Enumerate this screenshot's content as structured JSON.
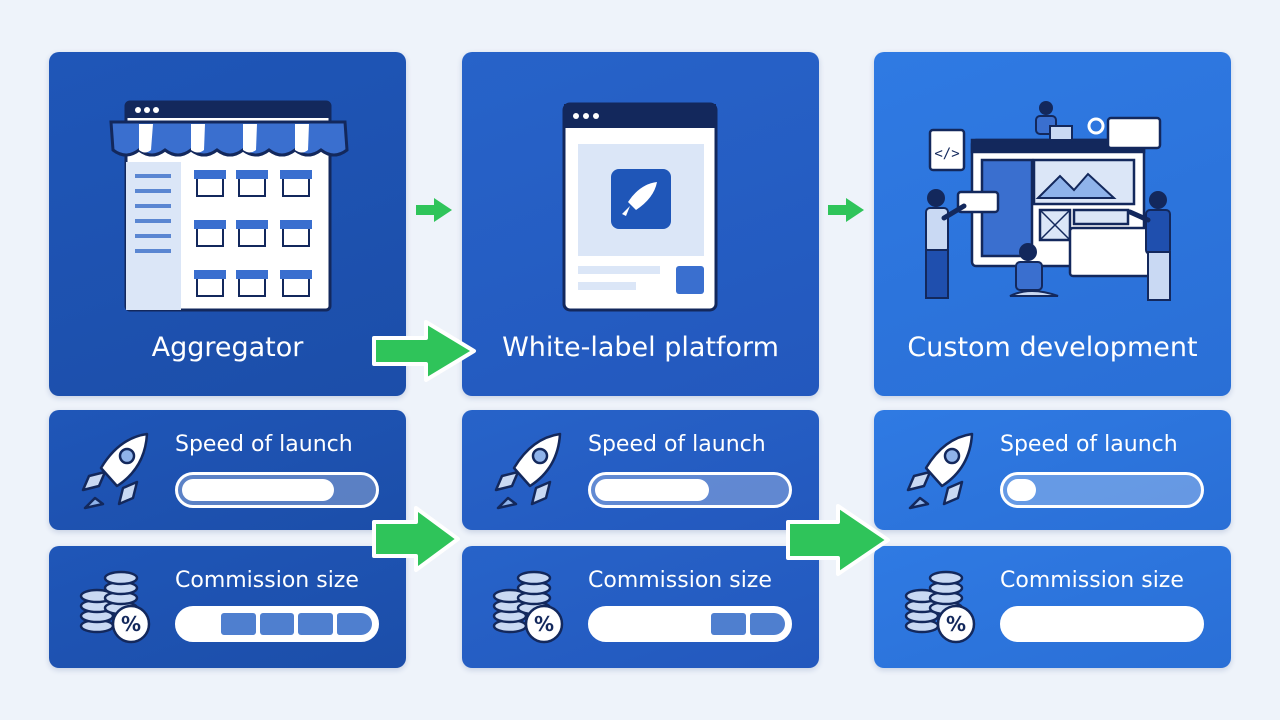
{
  "options": [
    {
      "title": "Aggregator",
      "speed_label": "Speed of launch",
      "speed": 0.8,
      "commission_label": "Commission size",
      "commission_level": 4
    },
    {
      "title": "White-label platform",
      "speed_label": "Speed of launch",
      "speed": 0.6,
      "commission_label": "Commission size",
      "commission_level": 2
    },
    {
      "title": "Custom development",
      "speed_label": "Speed of launch",
      "speed": 0.15,
      "commission_label": "Commission size",
      "commission_level": 0
    }
  ],
  "colors": {
    "accent_green": "#2fc45a",
    "card_dark": "#1f56b8",
    "card_mid": "#2763c9",
    "card_light": "#2f7ae3"
  },
  "icons": [
    "storefront-browser-icon",
    "rocket-window-icon",
    "team-dev-illustration",
    "rocket-icon",
    "coins-percent-icon",
    "green-arrow-icon"
  ]
}
